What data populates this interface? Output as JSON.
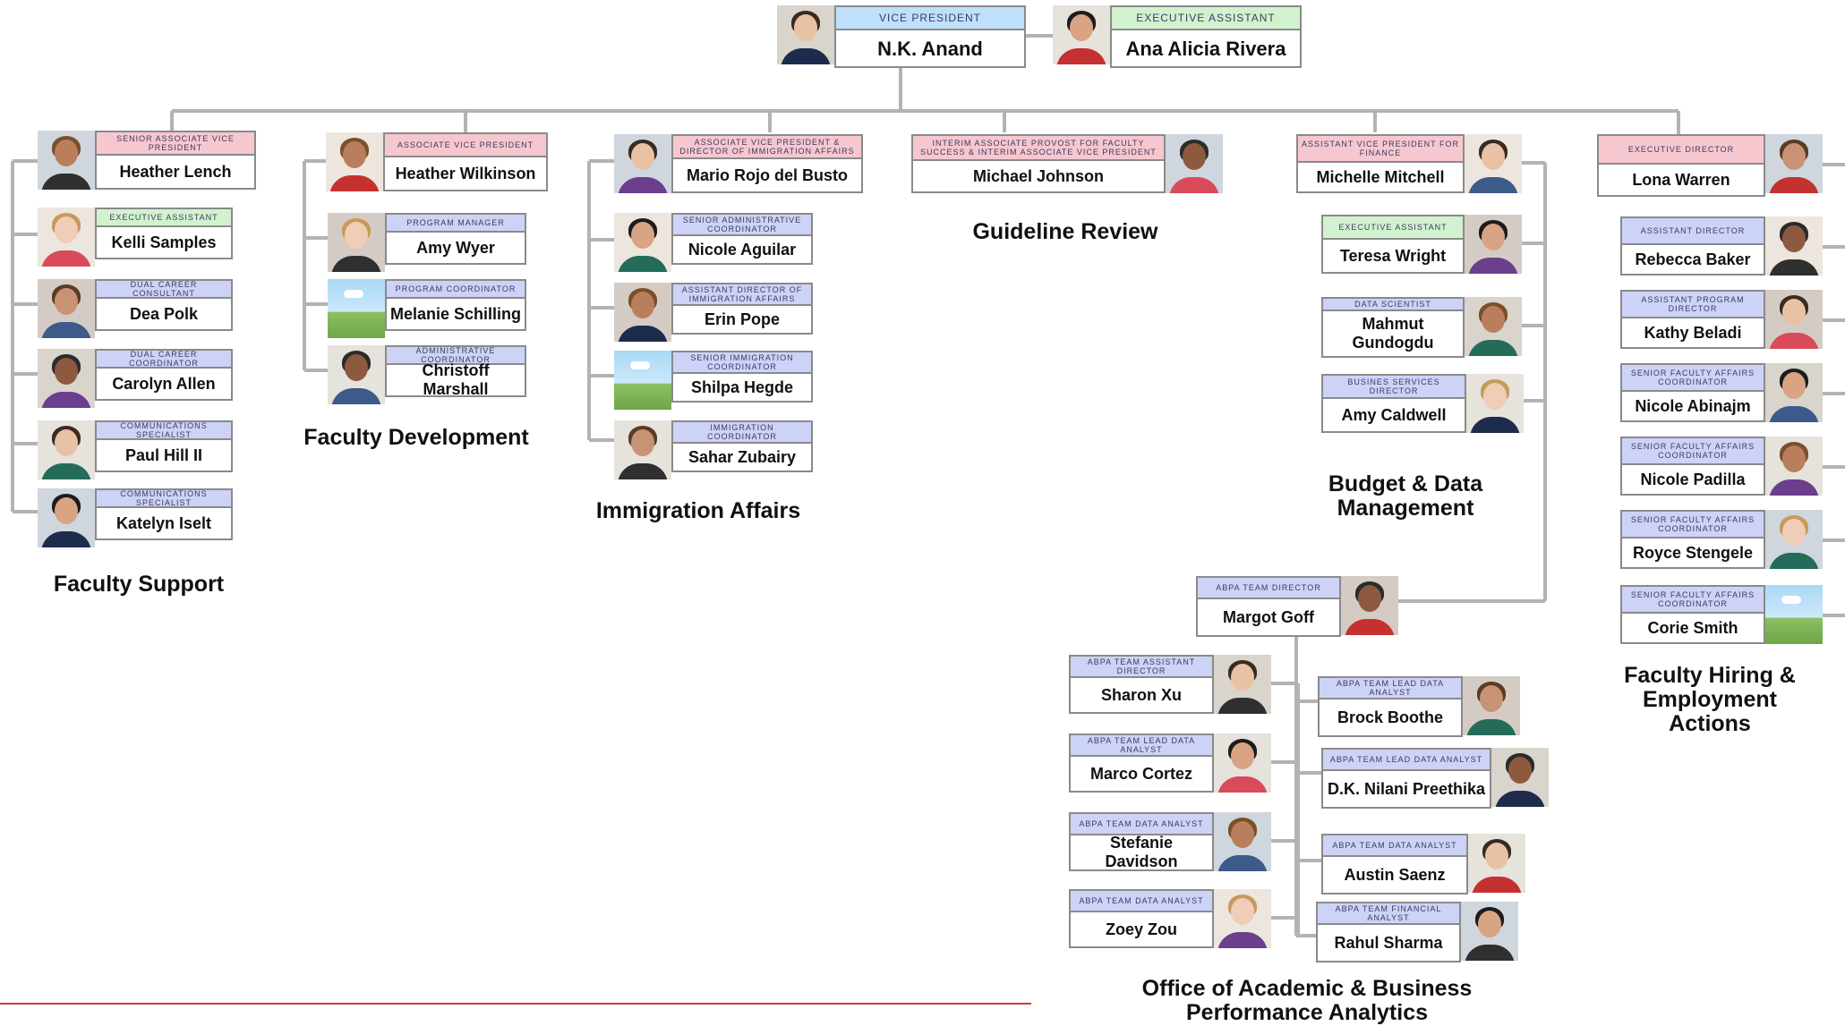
{
  "leadership": {
    "vp": {
      "title": "VICE PRESIDENT",
      "name": "N.K. Anand"
    },
    "ea": {
      "title": "EXECUTIVE ASSISTANT",
      "name": "Ana Alicia Rivera"
    }
  },
  "groups": {
    "faculty_support": {
      "label": "Faculty Support",
      "head": {
        "title": "SENIOR ASSOCIATE VICE PRESIDENT",
        "name": "Heather Lench"
      },
      "members": [
        {
          "title": "EXECUTIVE ASSISTANT",
          "name": "Kelli Samples"
        },
        {
          "title": "DUAL CAREER CONSULTANT",
          "name": "Dea Polk"
        },
        {
          "title": "DUAL CAREER COORDINATOR",
          "name": "Carolyn Allen"
        },
        {
          "title": "COMMUNICATIONS SPECIALIST",
          "name": "Paul Hill II"
        },
        {
          "title": "COMMUNICATIONS SPECIALIST",
          "name": "Katelyn Iselt"
        }
      ]
    },
    "faculty_development": {
      "label": "Faculty Development",
      "head": {
        "title": "ASSOCIATE VICE PRESIDENT",
        "name": "Heather Wilkinson"
      },
      "members": [
        {
          "title": "PROGRAM MANAGER",
          "name": "Amy Wyer"
        },
        {
          "title": "PROGRAM COORDINATOR",
          "name": "Melanie Schilling"
        },
        {
          "title": "ADMINISTRATIVE COORDINATOR",
          "name": "Christoff Marshall"
        }
      ]
    },
    "immigration_affairs": {
      "label": "Immigration Affairs",
      "head": {
        "title": "ASSOCIATE VICE PRESIDENT & DIRECTOR OF IMMIGRATION AFFAIRS",
        "name": "Mario Rojo del Busto"
      },
      "members": [
        {
          "title": "SENIOR ADMINISTRATIVE COORDINATOR",
          "name": "Nicole Aguilar"
        },
        {
          "title": "ASSISTANT DIRECTOR OF IMMIGRATION AFFAIRS",
          "name": "Erin Pope"
        },
        {
          "title": "SENIOR IMMIGRATION COORDINATOR",
          "name": "Shilpa Hegde"
        },
        {
          "title": "IMMIGRATION COORDINATOR",
          "name": "Sahar Zubairy"
        }
      ]
    },
    "guideline_review": {
      "label": "Guideline Review",
      "head": {
        "title": "INTERIM ASSOCIATE PROVOST FOR FACULTY SUCCESS & INTERIM ASSOCIATE VICE PRESIDENT",
        "name": "Michael Johnson"
      }
    },
    "budget_data": {
      "label": "Budget & Data Management",
      "head": {
        "title": "ASSISTANT VICE PRESIDENT FOR FINANCE",
        "name": "Michelle Mitchell"
      },
      "members": [
        {
          "title": "EXECUTIVE ASSISTANT",
          "name": "Teresa Wright"
        },
        {
          "title": "DATA SCIENTIST",
          "name": "Mahmut Gundogdu"
        },
        {
          "title": "BUSINES SERVICES DIRECTOR",
          "name": "Amy Caldwell"
        }
      ]
    },
    "faculty_hiring": {
      "label": "Faculty Hiring & Employment Actions",
      "head": {
        "title": "EXECUTIVE DIRECTOR",
        "name": "Lona Warren"
      },
      "members": [
        {
          "title": "ASSISTANT DIRECTOR",
          "name": "Rebecca Baker"
        },
        {
          "title": "ASSISTANT PROGRAM DIRECTOR",
          "name": "Kathy Beladi"
        },
        {
          "title": "SENIOR FACULTY AFFAIRS COORDINATOR",
          "name": "Nicole Abinajm"
        },
        {
          "title": "SENIOR FACULTY AFFAIRS COORDINATOR",
          "name": "Nicole Padilla"
        },
        {
          "title": "SENIOR FACULTY AFFAIRS COORDINATOR",
          "name": "Royce Stengele"
        },
        {
          "title": "SENIOR FACULTY AFFAIRS COORDINATOR",
          "name": "Corie Smith"
        }
      ]
    },
    "abpa": {
      "label": "Office of Academic & Business Performance Analytics",
      "head": {
        "title": "ABPA TEAM DIRECTOR",
        "name": "Margot Goff"
      },
      "left": [
        {
          "title": "ABPA TEAM ASSISTANT DIRECTOR",
          "name": "Sharon Xu"
        },
        {
          "title": "ABPA TEAM LEAD DATA ANALYST",
          "name": "Marco Cortez"
        },
        {
          "title": "ABPA TEAM DATA ANALYST",
          "name": "Stefanie Davidson"
        },
        {
          "title": "ABPA TEAM DATA ANALYST",
          "name": "Zoey Zou"
        }
      ],
      "right": [
        {
          "title": "ABPA TEAM LEAD DATA ANALYST",
          "name": "Brock Boothe"
        },
        {
          "title": "ABPA TEAM LEAD DATA ANALYST",
          "name": "D.K. Nilani Preethika"
        },
        {
          "title": "ABPA TEAM DATA ANALYST",
          "name": "Austin Saenz"
        },
        {
          "title": "ABPA TEAM FINANCIAL ANALYST",
          "name": "Rahul Sharma"
        }
      ]
    }
  },
  "colors": {
    "connector": "#b3b3b3",
    "title_blue": "#cdd2f7",
    "title_pink": "#f7c7cf",
    "title_green": "#d2f2cf",
    "title_sky": "#bfe0fa",
    "footer_rule": "#d23a3a"
  }
}
